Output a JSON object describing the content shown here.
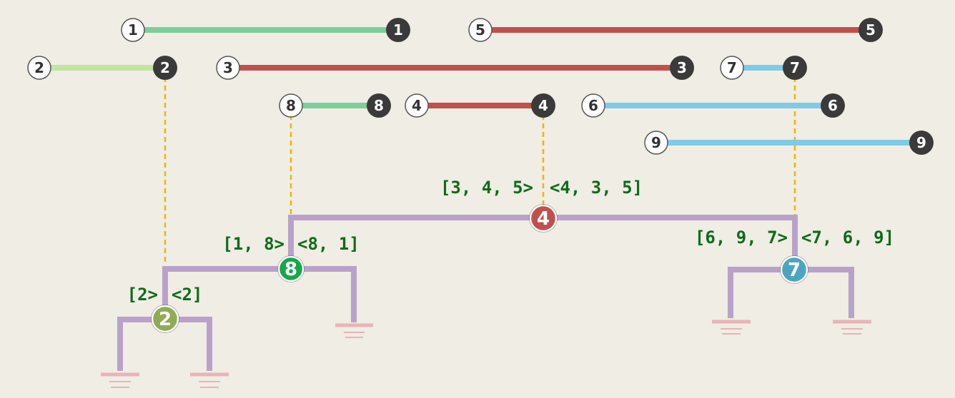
{
  "colors": {
    "background": "#efede4",
    "red": "#c0504d",
    "green_bar": "#7ccf9a",
    "light_green_bar": "#c3e3a0",
    "blue_bar": "#7fcbe6",
    "tree_edge": "#b9a2c9",
    "dashed": "#f5b400",
    "ground": "#e8b4b8",
    "label_text": "#0e6b1a",
    "node_dark": "#3a3a3a"
  },
  "intervals": [
    {
      "start": "1",
      "end": "1",
      "color": "green_bar"
    },
    {
      "start": "5",
      "end": "5",
      "color": "red"
    },
    {
      "start": "2",
      "end": "2",
      "color": "light_green_bar"
    },
    {
      "start": "3",
      "end": "3",
      "color": "red"
    },
    {
      "start": "7",
      "end": "7",
      "color": "blue_bar"
    },
    {
      "start": "8",
      "end": "8",
      "color": "green_bar"
    },
    {
      "start": "4",
      "end": "4",
      "color": "red"
    },
    {
      "start": "6",
      "end": "6",
      "color": "blue_bar"
    },
    {
      "start": "9",
      "end": "9",
      "color": "blue_bar"
    }
  ],
  "tree_nodes": [
    {
      "label": "4",
      "fill": "#c0504d",
      "left_list": "[3, 4, 5>",
      "right_list": "<4, 3, 5]"
    },
    {
      "label": "8",
      "fill": "#17a74a",
      "left_list": "[1, 8>",
      "right_list": "<8, 1]"
    },
    {
      "label": "7",
      "fill": "#4aa6c0",
      "left_list": "[6, 9, 7>",
      "right_list": "<7, 6, 9]"
    },
    {
      "label": "2",
      "fill": "#8fac55",
      "left_list": "[2>",
      "right_list": "<2]"
    }
  ]
}
